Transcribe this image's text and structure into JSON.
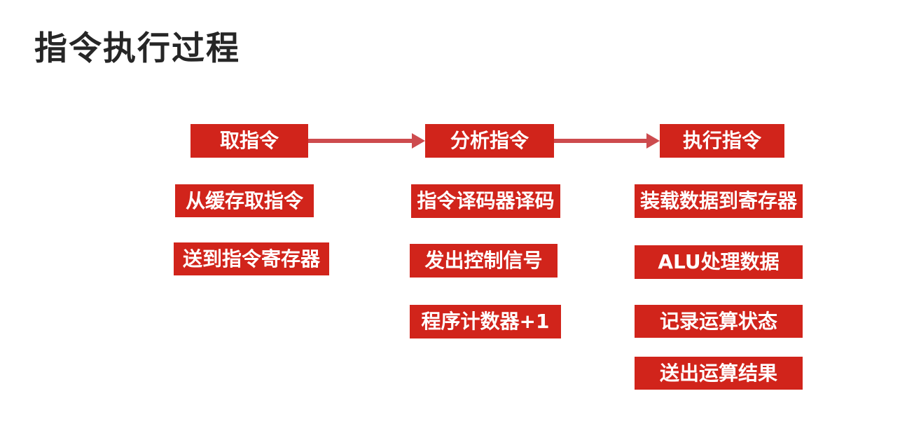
{
  "title": "指令执行过程",
  "colors": {
    "background": "#ffffff",
    "title_text": "#262626",
    "box_red": "#d1241b",
    "box_text": "#ffffff",
    "arrow_red": "#cd4b4e"
  },
  "flow": {
    "stages": [
      {
        "label": "取指令",
        "steps": [
          "从缓存取指令",
          "送到指令寄存器"
        ]
      },
      {
        "label": "分析指令",
        "steps": [
          "指令译码器译码",
          "发出控制信号",
          "程序计数器+1"
        ]
      },
      {
        "label": "执行指令",
        "steps": [
          "装载数据到寄存器",
          "ALU处理数据",
          "记录运算状态",
          "送出运算结果"
        ]
      }
    ],
    "arrows": [
      {
        "from": "取指令",
        "to": "分析指令"
      },
      {
        "from": "分析指令",
        "to": "执行指令"
      }
    ]
  }
}
